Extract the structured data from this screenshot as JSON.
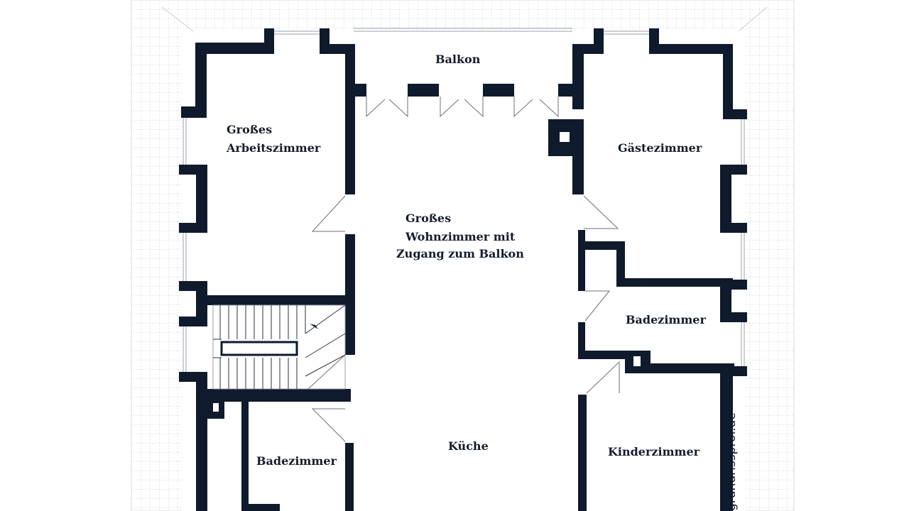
{
  "rooms": {
    "balkon": "Balkon",
    "arbeitszimmer_line1": "Großes",
    "arbeitszimmer_line2": "Arbeitszimmer",
    "gaestezimmer": "Gästezimmer",
    "wohnzimmer_line1": "Großes",
    "wohnzimmer_line2": "Wohnzimmer mit",
    "wohnzimmer_line3": "Zugang zum Balkon",
    "badezimmer_right": "Badezimmer",
    "kueche": "Küche",
    "kinderzimmer": "Kinderzimmer",
    "badezimmer_left": "Badezimmer"
  },
  "watermark": "grundrissprof.de",
  "colors": {
    "wall": "#0f1a2c",
    "grid": "#cfd3da",
    "background": "#ffffff",
    "text": "#141d2b"
  }
}
